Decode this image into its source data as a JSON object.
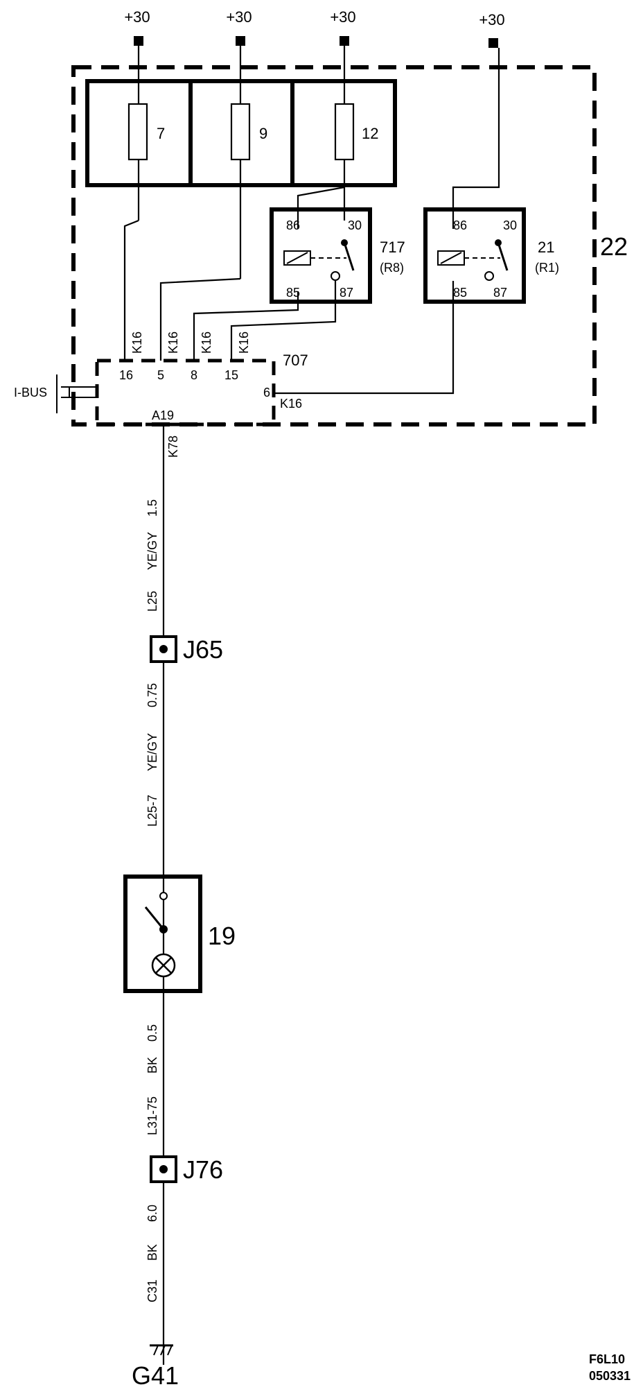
{
  "supply": {
    "p1": "+30",
    "p2": "+30",
    "p3": "+30",
    "p4": "+30"
  },
  "fuses": {
    "f7": "7",
    "f9": "9",
    "f12": "12"
  },
  "relay717": {
    "name": "717",
    "sub": "(R8)",
    "p86": "86",
    "p30": "30",
    "p85": "85",
    "p87": "87"
  },
  "relay21": {
    "name": "21",
    "sub": "(R1)",
    "p86": "86",
    "p30": "30",
    "p85": "85",
    "p87": "87"
  },
  "box22": {
    "label": "22"
  },
  "module707": {
    "label": "707",
    "pin16": "16",
    "pin5": "5",
    "pin8": "8",
    "pin15": "15",
    "pin6": "6",
    "pinA19": "A19",
    "ibus": "I-BUS"
  },
  "wires": {
    "k16a": "K16",
    "k16b": "K16",
    "k16c": "K16",
    "k16d": "K16",
    "k16e": "K16",
    "k78": "K78",
    "seg1": {
      "size": "1.5",
      "color": "YE/GY",
      "id": "L25"
    },
    "seg2": {
      "size": "0.75",
      "color": "YE/GY",
      "id": "L25-7"
    },
    "seg3": {
      "size": "0.5",
      "color": "BK",
      "id": "L31-75"
    },
    "seg4": {
      "size": "6.0",
      "color": "BK",
      "id": "C31"
    }
  },
  "junctions": {
    "j65": "J65",
    "j76": "J76"
  },
  "switch19": {
    "label": "19"
  },
  "ground": {
    "label": "G41"
  },
  "footer": {
    "code": "F6L10",
    "date": "050331"
  }
}
